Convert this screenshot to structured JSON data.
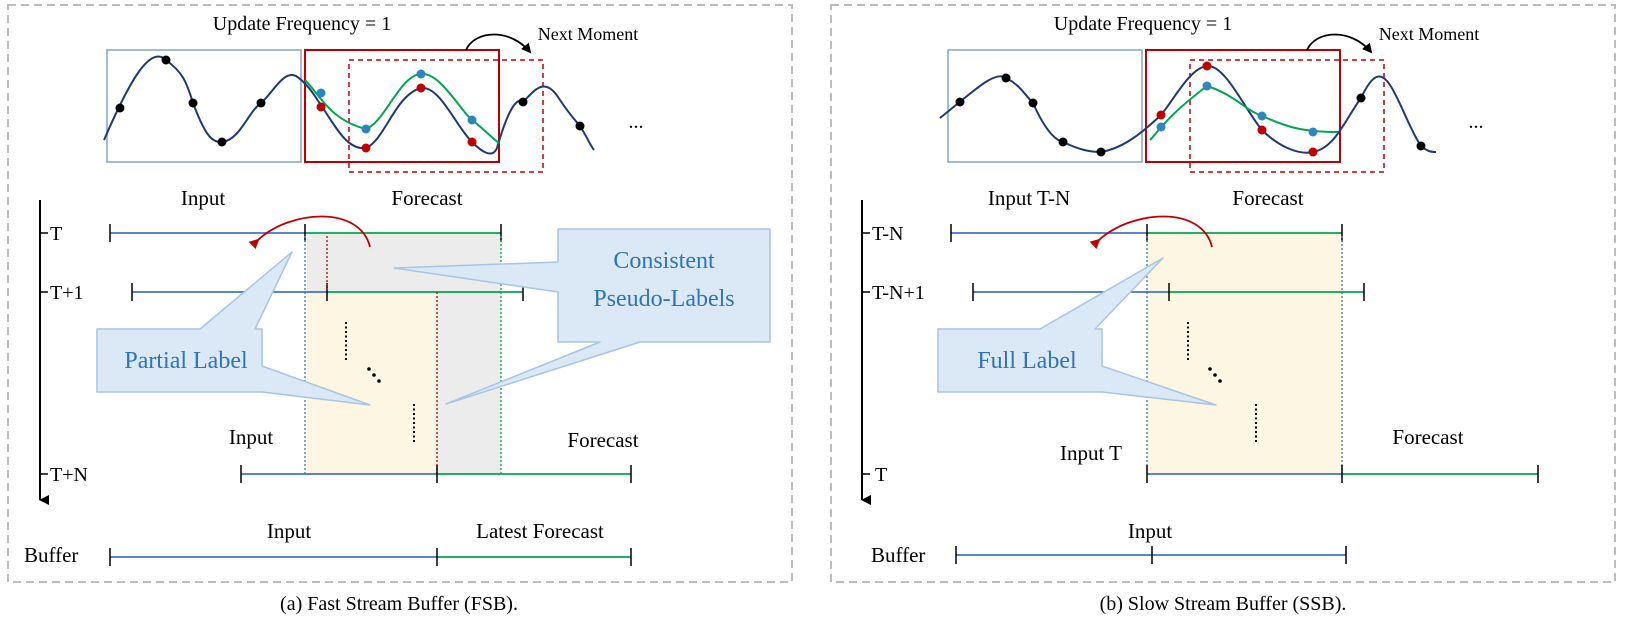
{
  "panels": [
    {
      "id": "fsb",
      "update_frequency": "Update Frequency  = 1",
      "next_moment": "Next Moment",
      "ellipsis": "...",
      "input_header": "Input",
      "forecast_header": "Forecast",
      "rows": [
        "T",
        "T+1",
        "T+N"
      ],
      "input_label_lower": "Input",
      "forecast_label_lower": "Forecast",
      "buffer_label": "Buffer",
      "buffer_input": "Input",
      "buffer_forecast": "Latest Forecast",
      "callouts": [
        "Partial Label",
        "Consistent",
        "Pseudo-Labels"
      ],
      "caption": "(a) Fast Stream Buffer (FSB)."
    },
    {
      "id": "ssb",
      "update_frequency": "Update Frequency  = 1",
      "next_moment": "Next Moment",
      "ellipsis": "...",
      "input_header": "Input T-N",
      "forecast_header": "Forecast",
      "rows": [
        "T-N",
        "T-N+1",
        "T"
      ],
      "input_label_lower": "Input T",
      "forecast_label_lower": "Forecast",
      "buffer_label": "Buffer",
      "buffer_input": "Input",
      "callouts": [
        "Full Label"
      ],
      "caption": "(b) Slow Stream Buffer (SSB)."
    }
  ],
  "colors": {
    "input_line": "#4472c4",
    "forecast_line": "#00a651",
    "series": "#1f3a73",
    "window_blue": "#7fa7c9",
    "window_red": "#c00000",
    "callout_fill": "#dbe8f5",
    "callout_text": "#2e75b6",
    "beige": "#fdf6e3",
    "grey": "#ececec",
    "frame": "#bdbdbd"
  }
}
